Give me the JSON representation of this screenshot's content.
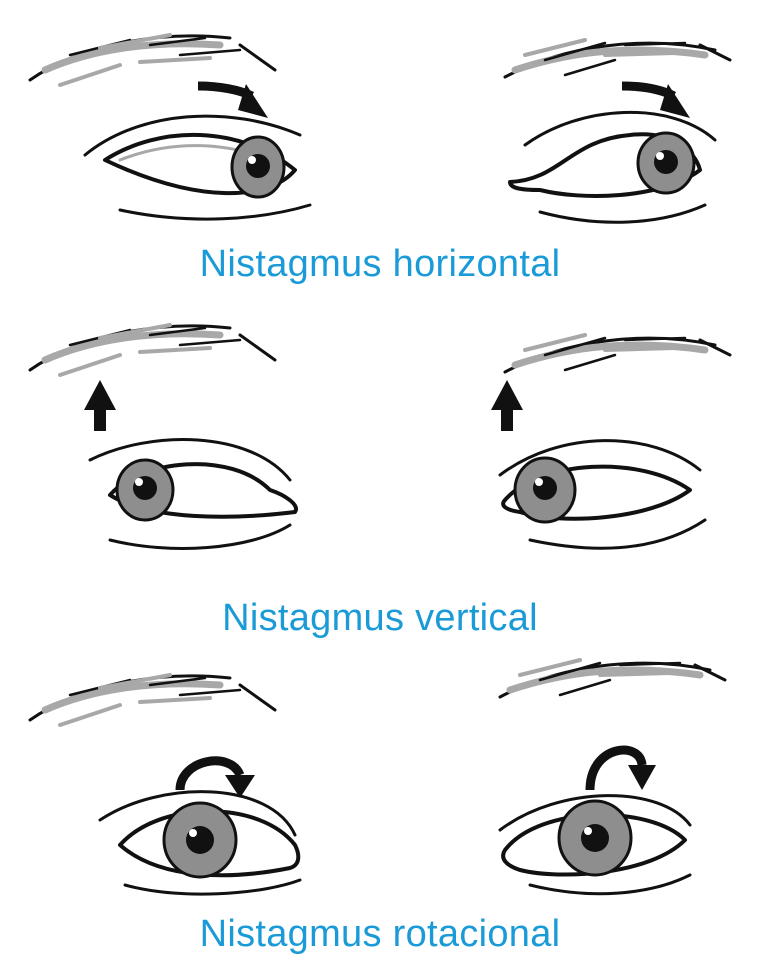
{
  "colors": {
    "caption": "#1a9bd7",
    "ink": "#111111",
    "iris": "#8e8e8e",
    "shade": "#a8a8a8"
  },
  "rows": [
    {
      "caption": "Nistagmus horizontal",
      "direction": "right-arrow",
      "gaze": "right"
    },
    {
      "caption": "Nistagmus vertical",
      "direction": "up-arrow",
      "gaze": "left"
    },
    {
      "caption": "Nistagmus rotacional",
      "direction": "curved-clockwise-arrow",
      "gaze": "center"
    }
  ]
}
